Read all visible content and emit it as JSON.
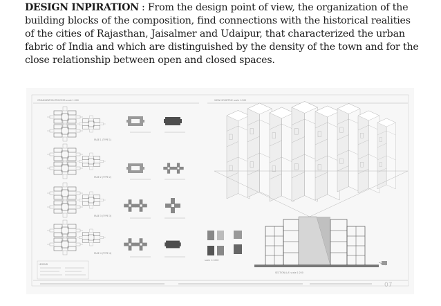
{
  "paragraph": {
    "heading": "DESIGN INPIRATION",
    "separator": " : ",
    "body": "From the design point of view, the organization of the building blocks of the composition, find connections with the historical realities of the cities of Rajasthan, Jaisalmer and Udaipur, that characterized the urban fabric of India and which are distinguished by the density of the town and for the close relationship between open and closed spaces."
  },
  "drawing_sheet": {
    "caption": "Architectural drawing sheet: block plans, isometric massing and section"
  }
}
